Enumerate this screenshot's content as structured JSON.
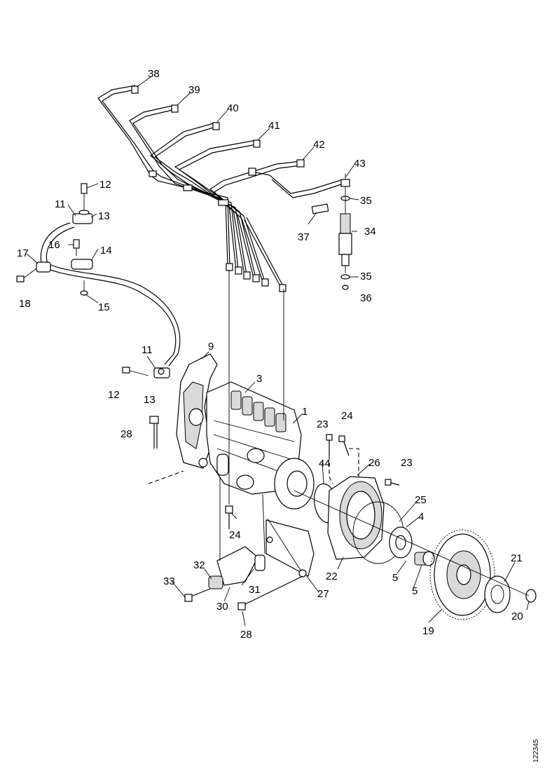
{
  "diagram": {
    "callouts": {
      "c1": "1",
      "c3": "3",
      "c4": "4",
      "c5a": "5",
      "c5b": "5",
      "c9": "9",
      "c11a": "11",
      "c11b": "11",
      "c12a": "12",
      "c12b": "12",
      "c13a": "13",
      "c13b": "13",
      "c14": "14",
      "c15": "15",
      "c16": "16",
      "c17": "17",
      "c18": "18",
      "c19": "19",
      "c20": "20",
      "c21": "21",
      "c22": "22",
      "c23a": "23",
      "c23b": "23",
      "c24a": "24",
      "c24b": "24",
      "c25": "25",
      "c26": "26",
      "c27": "27",
      "c28a": "28",
      "c28b": "28",
      "c30": "30",
      "c31": "31",
      "c32": "32",
      "c33": "33",
      "c34": "34",
      "c35a": "35",
      "c35b": "35",
      "c36": "36",
      "c37": "37",
      "c38": "38",
      "c39": "39",
      "c40": "40",
      "c41": "41",
      "c42": "42",
      "c43": "43",
      "c44": "44"
    },
    "doc_id": "122345"
  }
}
